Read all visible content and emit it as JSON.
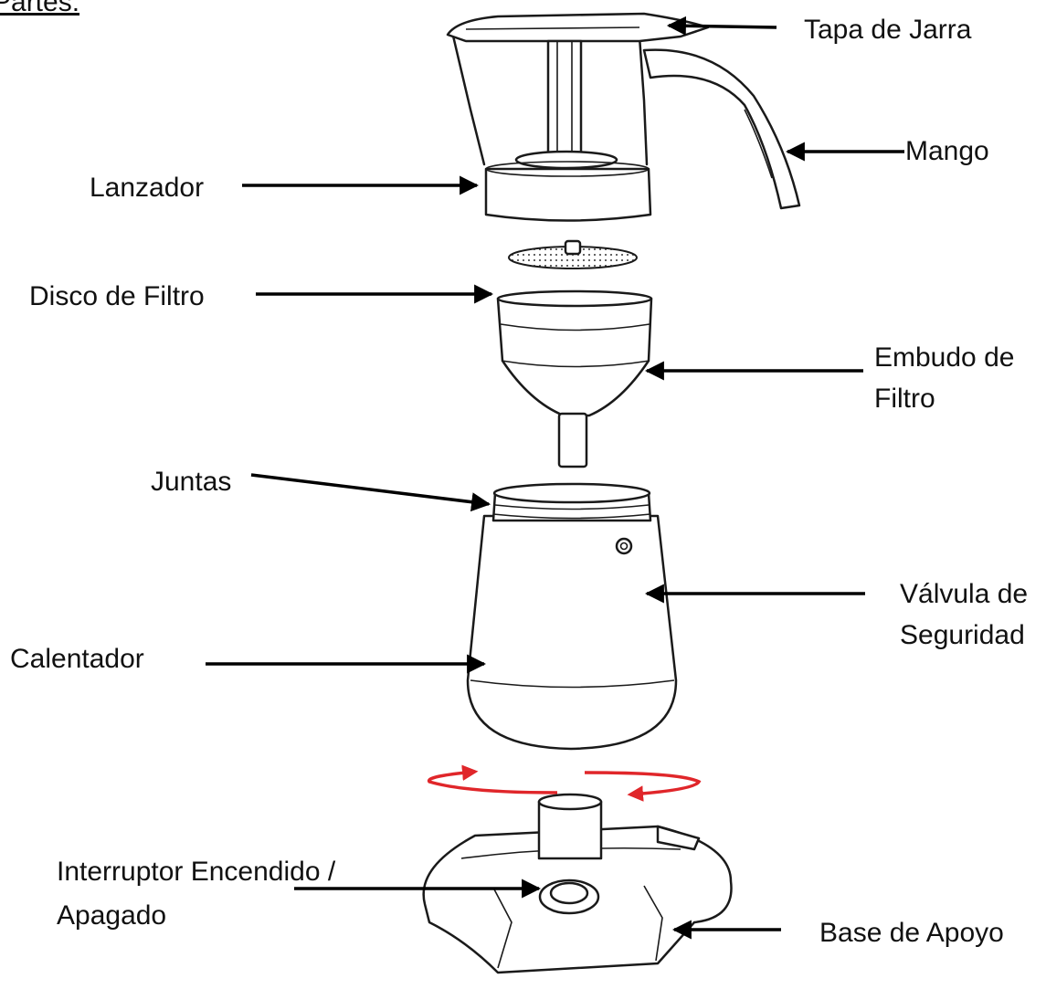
{
  "header": "Partes:",
  "colors": {
    "rotation_arrows": "#e0262a",
    "line_art": "#1a1a1a"
  },
  "labels": {
    "tapa": "Tapa de Jarra",
    "mango": "Mango",
    "lanzador": "Lanzador",
    "disco": "Disco de Filtro",
    "embudo_1": "Embudo de",
    "embudo_2": "Filtro",
    "juntas": "Juntas",
    "valvula_1": "Válvula de",
    "valvula_2": "Seguridad",
    "calentador": "Calentador",
    "interruptor_1": "Interruptor Encendido /",
    "interruptor_2": "Apagado",
    "base": "Base de Apoyo"
  }
}
